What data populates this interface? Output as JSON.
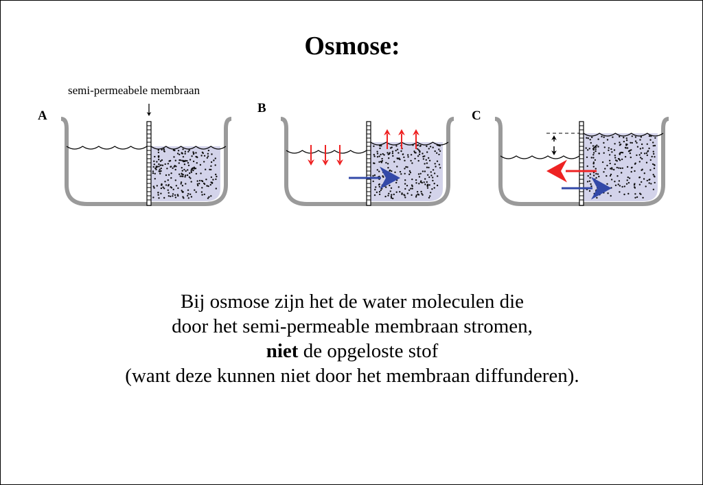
{
  "title": "Osmose:",
  "membrane_label": "semi-permeabele membraan",
  "panels": [
    {
      "label": "A"
    },
    {
      "label": "B"
    },
    {
      "label": "C"
    }
  ],
  "caption": {
    "line1": "Bij osmose zijn het de water moleculen die",
    "line2": "door het semi-permeable membraan stromen,",
    "line3_bold": "niet",
    "line3_rest": " de opgeloste stof",
    "line4": "(want deze kunnen niet door het membraan diffunderen)."
  },
  "colors": {
    "solution": "#d3d3ea",
    "beaker": "#9a9a9a",
    "water_arrow": "#ee2222",
    "solute_arrow": "#3349a8"
  }
}
